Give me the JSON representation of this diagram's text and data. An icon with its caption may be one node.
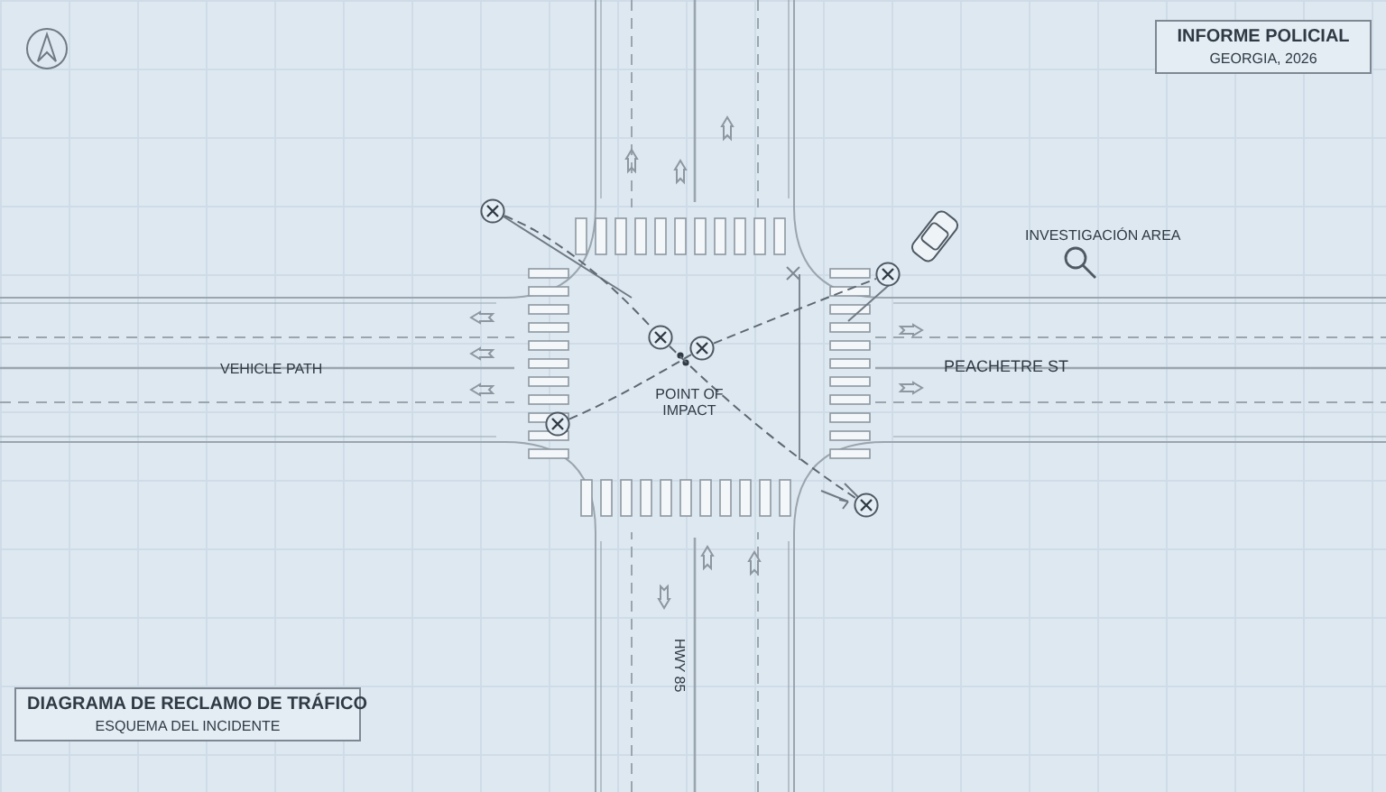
{
  "diagram": {
    "nodes": [
      {
        "text": [
          "INFORME POLICIAL",
          "GEORGIA, 2026"
        ]
      },
      {
        "text": [],
        "shape": "circle"
      },
      {
        "text": [],
        "shape": "circle"
      },
      {
        "text": [],
        "shape": "circle"
      },
      {
        "text": [],
        "shape": "circle"
      },
      {
        "text": [],
        "shape": "circle"
      },
      {
        "text": [],
        "shape": "circle"
      },
      {
        "text": [
          "DIAGRAMA DE RECLAMO DE TRÁFICO",
          "ESQUEMA DEL INCIDENTE"
        ]
      }
    ],
    "edges": [
      {
        "from": 1,
        "to": 3,
        "arrow": "none",
        "style": "dashed"
      },
      {
        "from": 5,
        "to": 4,
        "arrow": "none",
        "style": "dashed"
      },
      {
        "from": 4,
        "to": 2,
        "arrow": "none",
        "style": "dashed"
      },
      {
        "from": 3,
        "to": 6,
        "arrow": "none",
        "style": "dashed"
      }
    ],
    "labels": [
      "INVESTIGACIÓN AREA",
      "VEHICLE PATH",
      "POINT OF IMPACT",
      "PEACHETRE ST",
      "HWY 85"
    ]
  }
}
